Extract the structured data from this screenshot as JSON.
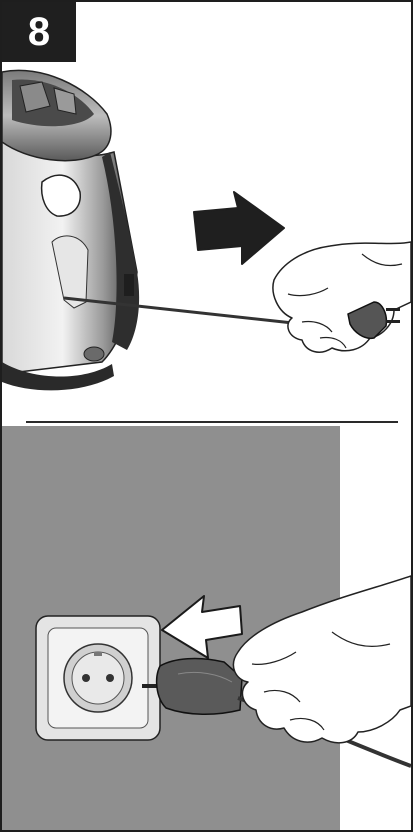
{
  "step": {
    "number": "8"
  },
  "panels": {
    "top": {
      "illustration": "appliance-with-retractable-cord",
      "arrow_direction": "right",
      "arrow_color": "#1f1f1f"
    },
    "bottom": {
      "illustration": "hand-inserting-plug-into-wall-socket",
      "arrow_direction": "left",
      "arrow_color": "#ffffff",
      "wall_color": "#8f8f8f"
    }
  }
}
